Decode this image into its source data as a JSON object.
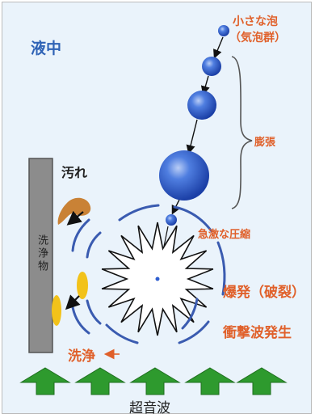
{
  "labels": {
    "liquid": "液中",
    "small_bubbles_line1": "小さな泡",
    "small_bubbles_line2": "（気泡群）",
    "expansion": "膨張",
    "dirt": "汚れ",
    "object": "洗浄物",
    "rapid_compression": "急激な圧縮",
    "explosion": "爆発（破裂）",
    "shockwave": "衝撃波発生",
    "cleaning": "洗浄",
    "ultrasonic": "超音波"
  },
  "colors": {
    "background": "#eaf3fb",
    "bubble": "#2f5fd0",
    "accent_text": "#e0602a",
    "title_text": "#2f63b6",
    "wave_arc": "#3a5bb0",
    "arrow_green": "#2e9a2e",
    "dirt_blob": "#c98236",
    "dirt_yellow": "#f2c21a",
    "object_bar": "#8c8c8c"
  },
  "icons": [
    "bubble-icon",
    "burst-star-icon",
    "up-arrow-icon",
    "arrow-icon"
  ]
}
